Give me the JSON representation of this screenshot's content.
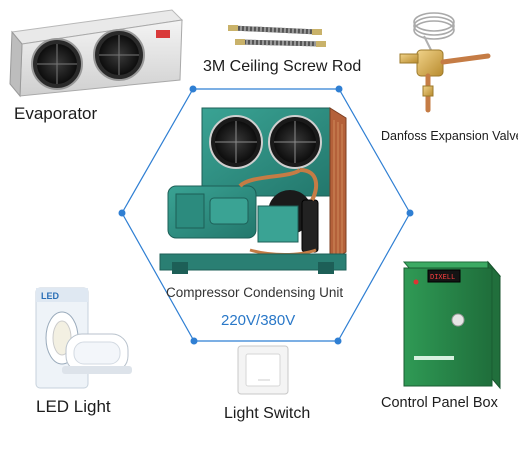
{
  "labels": {
    "evaporator": "Evaporator",
    "screw_rod": "3M Ceiling Screw Rod",
    "expansion_valve": "Danfoss Expansion Valve",
    "condensing_unit": "Compressor Condensing Unit",
    "voltage": "220V/380V",
    "led_light": "LED Light",
    "light_switch": "Light Switch",
    "control_panel": "Control Panel Box"
  },
  "product_marks": {
    "led_box_brand": "LED",
    "panel_display": "DIXELL"
  },
  "colors": {
    "hexagon": "#2f7fd3",
    "voltage_text": "#2a78c8",
    "unit_green": "#2f8f82",
    "panel_green": "#2e8b4f"
  }
}
